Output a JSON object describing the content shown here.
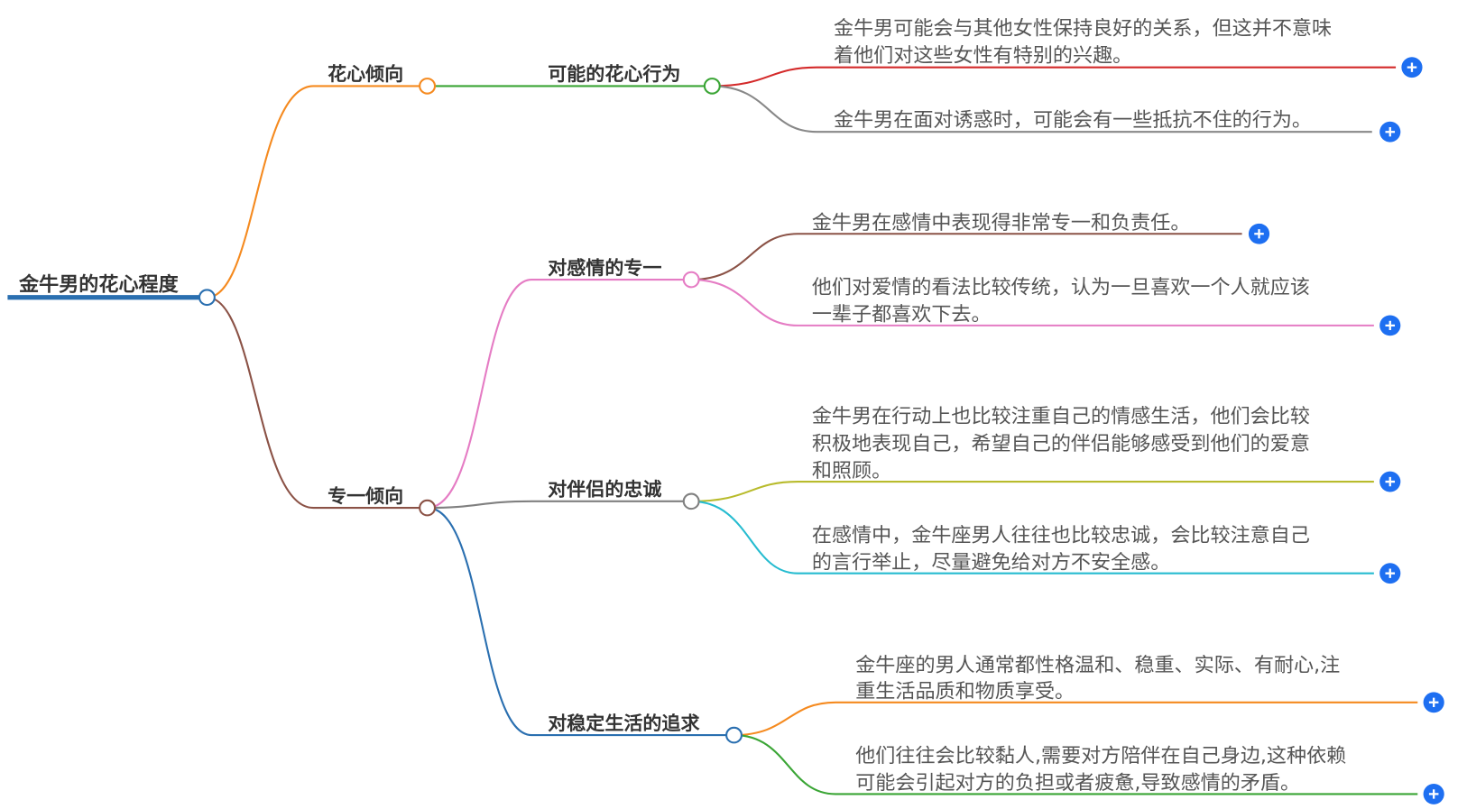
{
  "root": {
    "label": "金牛男的花心程度",
    "color": "#2a6fb0"
  },
  "branches": [
    {
      "label": "花心倾向",
      "color": "#f58a1f",
      "children": [
        {
          "label": "可能的花心行为",
          "color": "#3aa535",
          "leaves": [
            {
              "lines": [
                "金牛男可能会与其他女性保持良好的关系，但这并不意味",
                "着他们对这些女性有特别的兴趣。"
              ],
              "color": "#d42a2a"
            },
            {
              "lines": [
                "金牛男在面对诱惑时，可能会有一些抵抗不住的行为。"
              ],
              "color": "#888888"
            }
          ]
        }
      ]
    },
    {
      "label": "专一倾向",
      "color": "#8b5246",
      "children": [
        {
          "label": "对感情的专一",
          "color": "#e57cc4",
          "leaves": [
            {
              "lines": [
                "金牛男在感情中表现得非常专一和负责任。"
              ],
              "color": "#8b5246"
            },
            {
              "lines": [
                "他们对爱情的看法比较传统，认为一旦喜欢一个人就应该",
                "一辈子都喜欢下去。"
              ],
              "color": "#e57cc4"
            }
          ]
        },
        {
          "label": "对伴侣的忠诚",
          "color": "#808080",
          "leaves": [
            {
              "lines": [
                "金牛男在行动上也比较注重自己的情感生活，他们会比较",
                "积极地表现自己，希望自己的伴侣能够感受到他们的爱意",
                "和照顾。"
              ],
              "color": "#b8bb2c"
            },
            {
              "lines": [
                "在感情中，金牛座男人往往也比较忠诚，会比较注意自己",
                "的言行举止，尽量避免给对方不安全感。"
              ],
              "color": "#26bcd0"
            }
          ]
        },
        {
          "label": "对稳定生活的追求",
          "color": "#2a6fb0",
          "leaves": [
            {
              "lines": [
                "金牛座的男人通常都性格温和、稳重、实际、有耐心,注",
                "重生活品质和物质享受。"
              ],
              "color": "#f58a1f"
            },
            {
              "lines": [
                "他们往往会比较黏人,需要对方陪伴在自己身边,这种依赖",
                "可能会引起对方的负担或者疲惫,导致感情的矛盾。"
              ],
              "color": "#3aa535"
            }
          ]
        }
      ]
    }
  ],
  "icons": {
    "expand": "plus-circle-icon",
    "accent": "#1e6ff1"
  }
}
